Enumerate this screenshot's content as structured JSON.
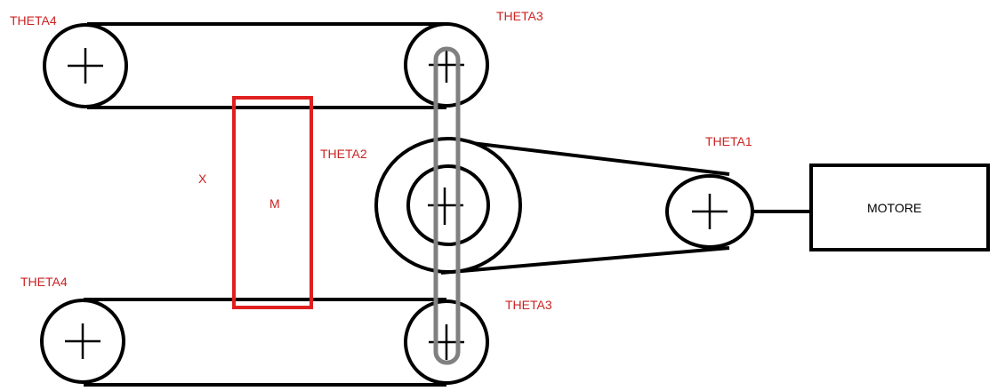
{
  "labels": {
    "theta4_top": "THETA4",
    "theta3_top": "THETA3",
    "theta2": "THETA2",
    "theta1": "THETA1",
    "x": "X",
    "m": "M",
    "theta4_bottom": "THETA4",
    "theta3_bottom": "THETA3",
    "motor": "MOTORE"
  },
  "colors": {
    "line": "#000000",
    "label": "#cc2222",
    "mass_box": "#e02020",
    "link": "#808080",
    "background": "#ffffff"
  },
  "icons": [
    "plus-cross-icon"
  ]
}
